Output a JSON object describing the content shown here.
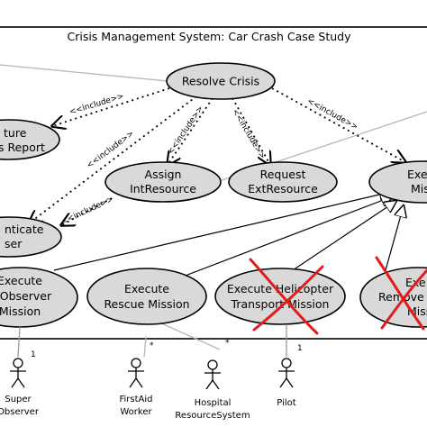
{
  "diagram": {
    "title": "Crisis Management System: Car Crash Case Study",
    "include_label": "<<include>>",
    "use_cases": {
      "resolve_crisis": [
        "Resolve Crisis"
      ],
      "capture_report": [
        "ture",
        "s Report"
      ],
      "assign_int_resource": [
        "Assign",
        "IntResource"
      ],
      "request_ext_resource": [
        "Request",
        "ExtResource"
      ],
      "execute_mission": [
        "Exe",
        "Missi"
      ],
      "authenticate_user": [
        "nticate",
        "ser"
      ],
      "execute_super_observer": [
        "Execute",
        "erObserver",
        "Mission"
      ],
      "execute_rescue": [
        "Execute",
        "Rescue Mission"
      ],
      "execute_helicopter": [
        "Execute Helicopter",
        "Transport Mission"
      ],
      "execute_remove": [
        "Exe",
        "Remove",
        "Missi"
      ]
    },
    "actors": {
      "super_observer": {
        "name": [
          "Super",
          "Observer"
        ],
        "multiplicity": "1"
      },
      "firstaid_worker": {
        "name": [
          "FirstAid",
          "Worker"
        ],
        "multiplicity": "*"
      },
      "hospital_resource_system": {
        "name": [
          "Hospital",
          "ResourceSystem"
        ],
        "multiplicity": "*"
      },
      "pilot": {
        "name": [
          "Pilot"
        ],
        "multiplicity": "1"
      }
    },
    "colors": {
      "use_case_fill": "#d9d9d9",
      "cross_out": "#e01c1c"
    }
  }
}
